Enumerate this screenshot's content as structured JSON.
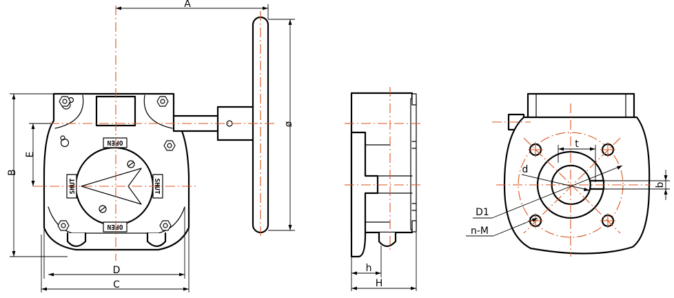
{
  "drawing": {
    "line_color": "#000000",
    "centerline_color": "#d9531e",
    "background": "#ffffff"
  },
  "dimensions": {
    "A": "A",
    "B": "B",
    "C": "C",
    "D": "D",
    "E": "E",
    "diameter": "ø",
    "h": "h",
    "H": "H",
    "t": "t",
    "d": "d",
    "b": "b",
    "D1": "D1",
    "nM": "n-M"
  },
  "plates": {
    "open_top": "OPEN",
    "open_bottom": "OPEN",
    "shut_left": "SHUT",
    "shut_right": "SHUT"
  }
}
